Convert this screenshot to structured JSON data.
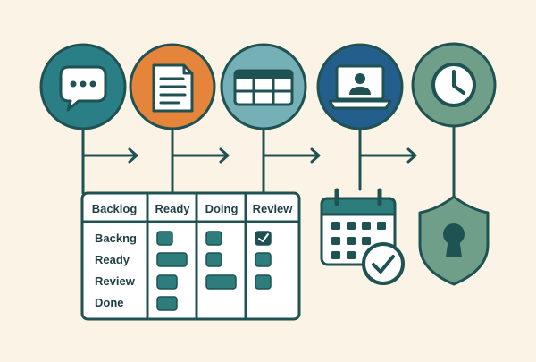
{
  "colors": {
    "background": "#fbf4e6",
    "stroke": "#1f5252",
    "teal": "#2a7f86",
    "orange": "#e5843b",
    "light_teal": "#74b0b6",
    "navy": "#245e8d",
    "sage": "#6f9f88",
    "cell_fill": "#2d7d7c",
    "white": "#ffffff"
  },
  "icons": {
    "circle_1": "chat-bubble-icon",
    "circle_2": "document-icon",
    "circle_3": "table-grid-icon",
    "circle_4": "laptop-user-icon",
    "circle_5": "clock-icon",
    "calendar": "calendar-check-icon",
    "shield": "shield-keyhole-icon"
  },
  "board": {
    "headers": [
      "Backlog",
      "Ready",
      "Doing",
      "Review"
    ],
    "rows": [
      "Backng",
      "Ready",
      "Review",
      "Done"
    ]
  }
}
